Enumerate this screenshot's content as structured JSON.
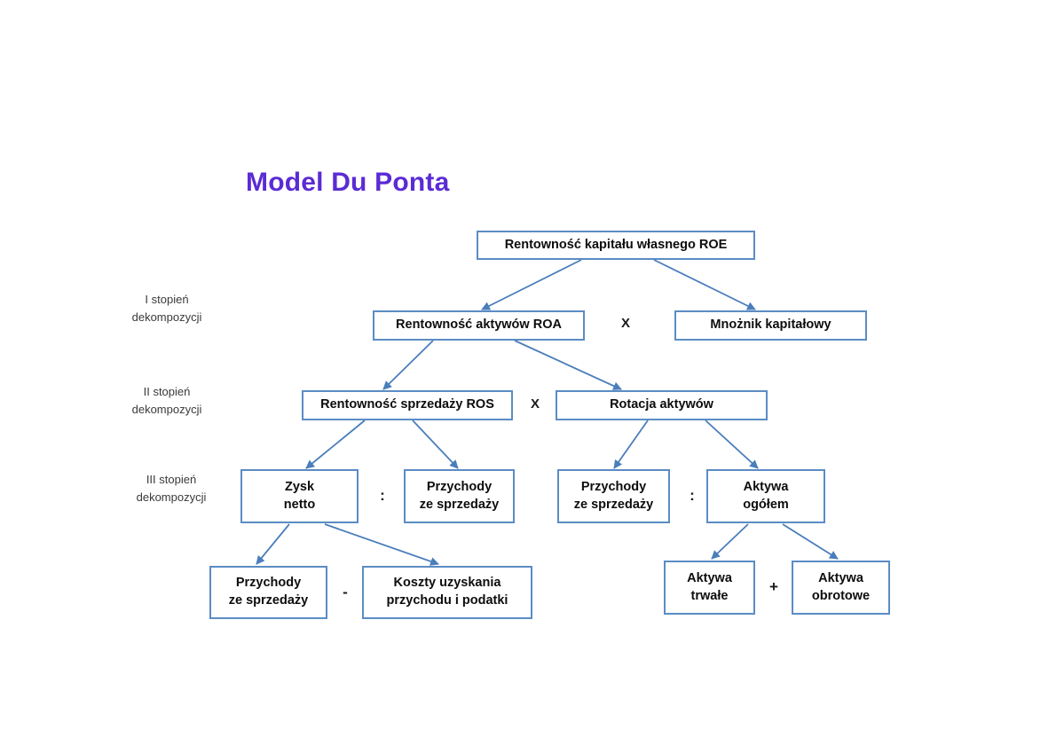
{
  "page": {
    "title": "Model Du Ponta",
    "title_color": "#5B2BD4",
    "box_border_color": "#5B8CC4",
    "edge_color": "#4A7EBB",
    "background": "#ffffff"
  },
  "stage_labels": [
    {
      "name": "stage-1",
      "text": "I stopień\ndekompozycji"
    },
    {
      "name": "stage-2",
      "text": "II stopień\ndekompozycji"
    },
    {
      "name": "stage-3",
      "text": "III stopień\ndekompozycji"
    }
  ],
  "nodes": [
    {
      "id": "roe",
      "text": "Rentowność kapitału własnego ROE"
    },
    {
      "id": "roa",
      "text": "Rentowność aktywów ROA"
    },
    {
      "id": "mnoznik",
      "text": "Mnożnik kapitałowy"
    },
    {
      "id": "ros",
      "text": "Rentowność sprzedaży ROS"
    },
    {
      "id": "rotacja",
      "text": "Rotacja aktywów"
    },
    {
      "id": "zysk-netto",
      "text": "Zysk\nnetto"
    },
    {
      "id": "przychody-1",
      "text": "Przychody\nze sprzedaży"
    },
    {
      "id": "przychody-2",
      "text": "Przychody\nze sprzedaży"
    },
    {
      "id": "aktywa-ogolem",
      "text": "Aktywa\nogółem"
    },
    {
      "id": "przychody-3",
      "text": "Przychody\nze sprzedaży"
    },
    {
      "id": "koszty",
      "text": "Koszty uzyskania\nprzychodu i podatki"
    },
    {
      "id": "aktywa-trwale",
      "text": "Aktywa\ntrwałe"
    },
    {
      "id": "aktywa-obrotowe",
      "text": "Aktywa\nobrotowe"
    }
  ],
  "operators": [
    {
      "id": "op-level1-x",
      "symbol": "X"
    },
    {
      "id": "op-level2-x",
      "symbol": "X"
    },
    {
      "id": "op-ros-divide",
      "symbol": ":"
    },
    {
      "id": "op-rotacja-divide",
      "symbol": ":"
    },
    {
      "id": "op-zysk-minus",
      "symbol": "-"
    },
    {
      "id": "op-aktywa-plus",
      "symbol": "+"
    }
  ]
}
